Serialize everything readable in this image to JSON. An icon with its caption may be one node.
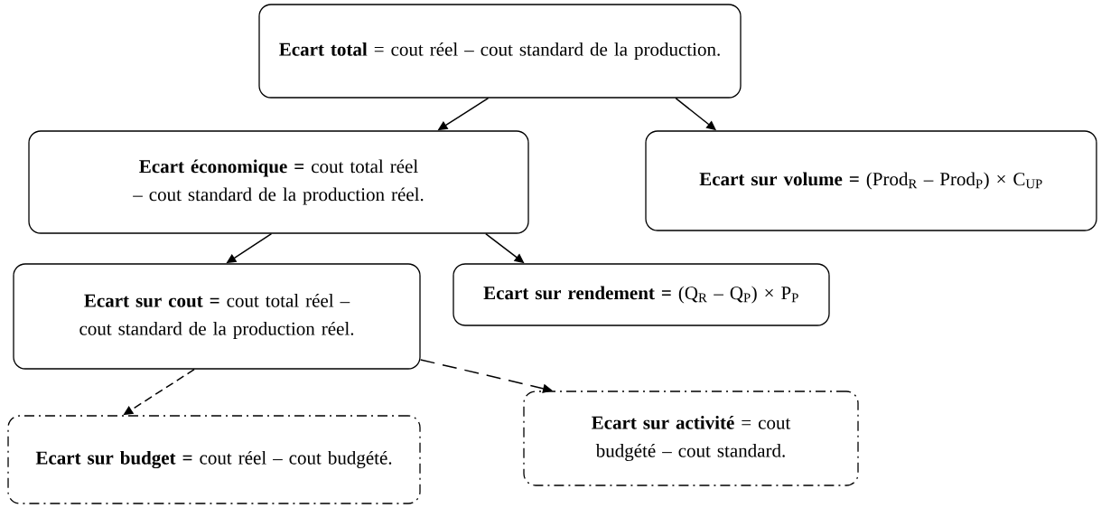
{
  "diagram": {
    "nodes": [
      {
        "text": [
          "**Ecart total** = cout réel – cout standard de la production."
        ]
      },
      {
        "text": [
          "**Ecart économique =** cout total réel – cout standard de la production réel."
        ]
      },
      {
        "text": [
          "**Ecart sur volume =** (Prod$_{R}$ – Prod$_{P}$) × C$_{UP}$"
        ]
      },
      {
        "text": [
          "**Ecart sur cout =** cout total réel – cout standard de la production réel."
        ]
      },
      {
        "text": [
          "**Ecart sur rendement =** (Q$_{R}$ – Q$_{P}$) × P$_{P}$"
        ]
      },
      {
        "text": [
          "**Ecart sur budget =** cout réel – cout budgété."
        ]
      },
      {
        "text": [
          "**Ecart sur activité** = cout budgété – cout standard."
        ]
      }
    ],
    "edges": [
      {
        "from": 0,
        "to": 1,
        "arrow": "to"
      },
      {
        "from": 0,
        "to": 2,
        "arrow": "to"
      },
      {
        "from": 1,
        "to": 3,
        "arrow": "to"
      },
      {
        "from": 1,
        "to": 4,
        "arrow": "to"
      },
      {
        "from": 3,
        "to": 6,
        "arrow": "to",
        "style": "dashed"
      },
      {
        "from": 3,
        "to": 5,
        "arrow": "to",
        "style": "dashed"
      }
    ]
  }
}
